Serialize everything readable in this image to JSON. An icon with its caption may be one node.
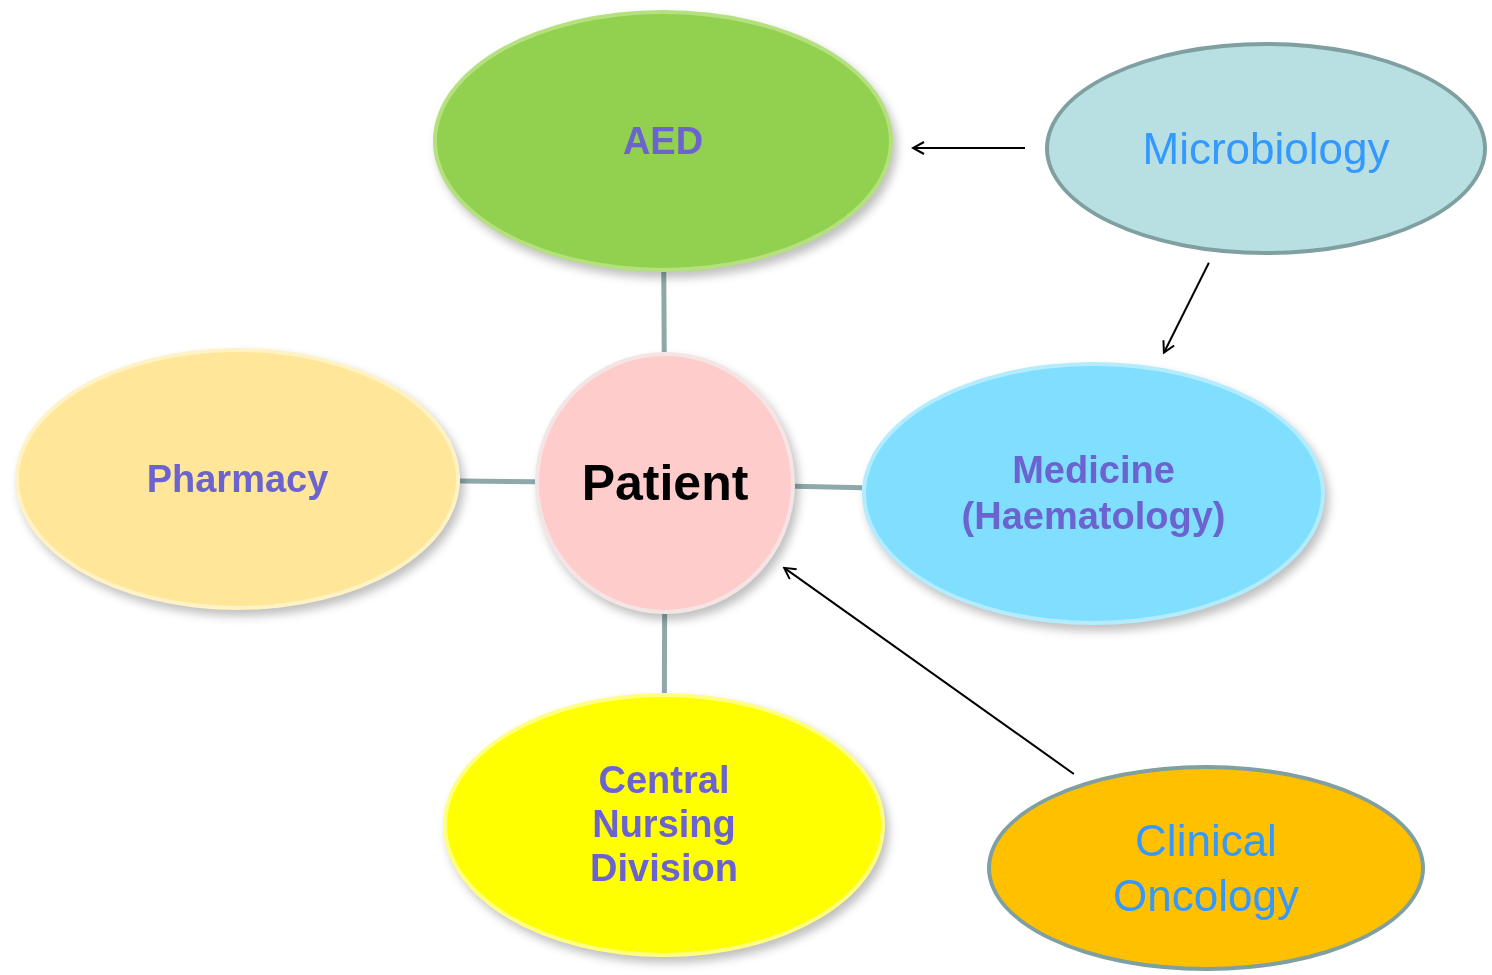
{
  "diagram": {
    "nodes": [
      {
        "text": [
          "Patient"
        ]
      },
      {
        "text": [
          "AED"
        ]
      },
      {
        "text": [
          "Microbiology"
        ]
      },
      {
        "text": [
          "Pharmacy"
        ]
      },
      {
        "text": [
          "Medicine (Haematology)"
        ]
      },
      {
        "text": [
          "Central Nursing Division"
        ]
      },
      {
        "text": [
          "Clinical Oncology"
        ]
      }
    ],
    "edges": [
      {
        "from": 0,
        "to": 1,
        "arrow": "none"
      },
      {
        "from": 0,
        "to": 3,
        "arrow": "none"
      },
      {
        "from": 0,
        "to": 4,
        "arrow": "none"
      },
      {
        "from": 0,
        "to": 5,
        "arrow": "none"
      },
      {
        "from": 2,
        "to": 1,
        "arrow": "to",
        "color": "#000000"
      },
      {
        "from": 2,
        "to": 4,
        "arrow": "to",
        "color": "#000000"
      },
      {
        "from": 6,
        "to": 0,
        "arrow": "to",
        "color": "#000000"
      }
    ]
  }
}
